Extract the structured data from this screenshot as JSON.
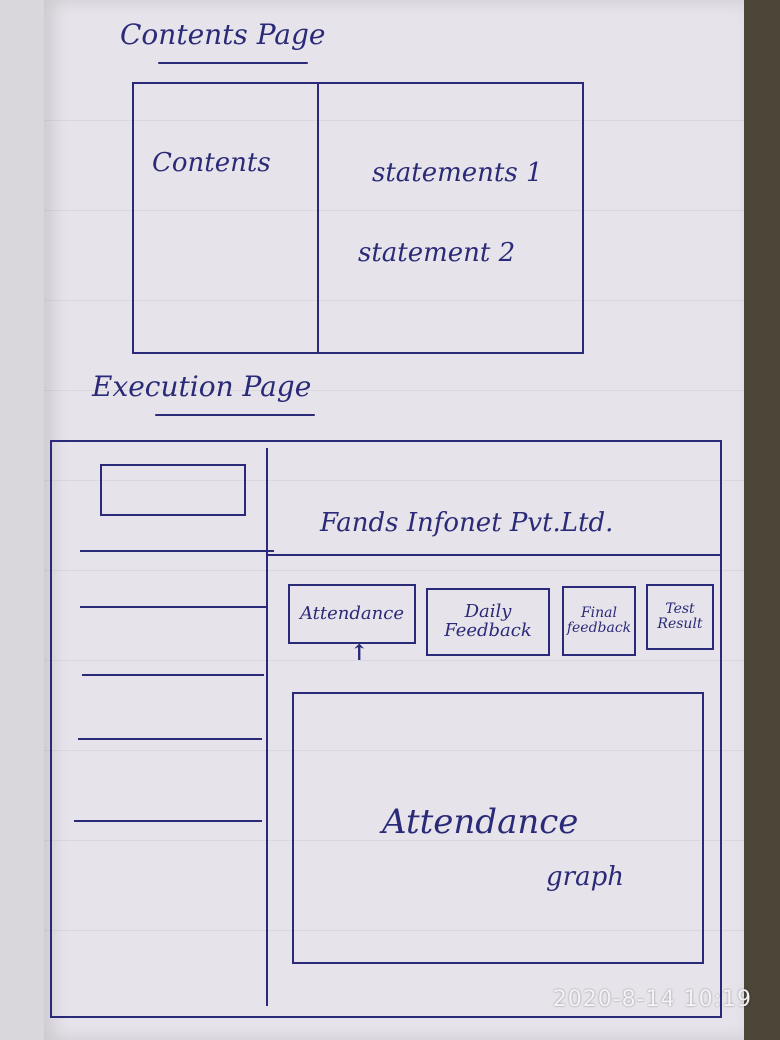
{
  "contents_section": {
    "heading": "Contents Page",
    "sidebar_label": "Contents",
    "statement_1": "statements 1",
    "statement_2": "statement 2"
  },
  "execution_section": {
    "heading": "Execution Page",
    "company_name": "Fands Infonet Pvt.Ltd.",
    "tabs": [
      "Attendance",
      "Daily Feedback",
      "Final feedback",
      "Test Result"
    ],
    "graph_title": "Attendance",
    "graph_subtitle": "graph"
  },
  "photo_timestamp": "2020-8-14 10:19"
}
